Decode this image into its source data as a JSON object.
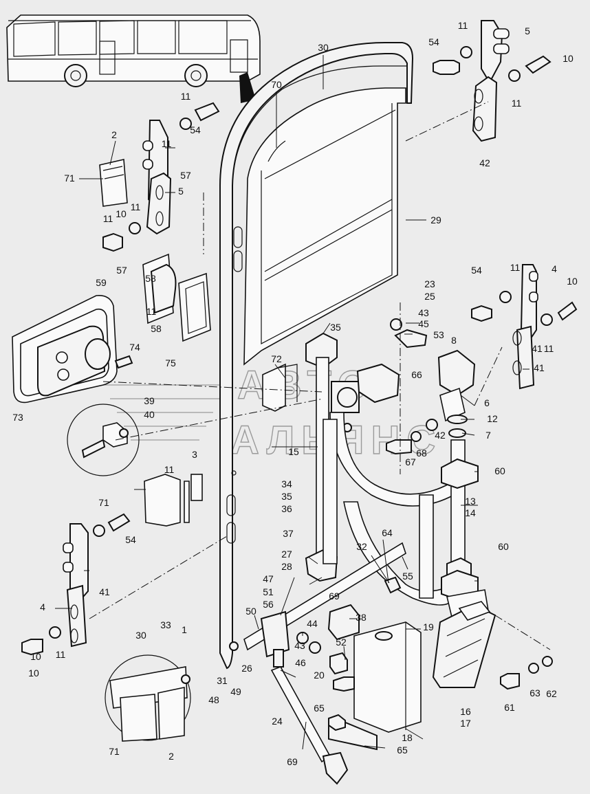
{
  "diagram": {
    "watermark": {
      "line1": "АВТО",
      "line2": "АЛЬЯНС"
    },
    "labels": [
      "30",
      "70",
      "5",
      "11",
      "54",
      "10",
      "42",
      "29",
      "2",
      "71",
      "57",
      "58",
      "59",
      "74",
      "75",
      "73",
      "72",
      "35",
      "23",
      "25",
      "43",
      "45",
      "53",
      "8",
      "66",
      "6",
      "12",
      "7",
      "4",
      "41",
      "39",
      "40",
      "3",
      "15",
      "68",
      "67",
      "60",
      "13",
      "14",
      "34",
      "36",
      "37",
      "27",
      "28",
      "47",
      "51",
      "56",
      "50",
      "33",
      "1",
      "48",
      "31",
      "49",
      "26",
      "44",
      "46",
      "52",
      "38",
      "19",
      "65",
      "64",
      "32",
      "55",
      "24",
      "69",
      "20",
      "18",
      "16",
      "17",
      "61",
      "63",
      "62"
    ]
  }
}
